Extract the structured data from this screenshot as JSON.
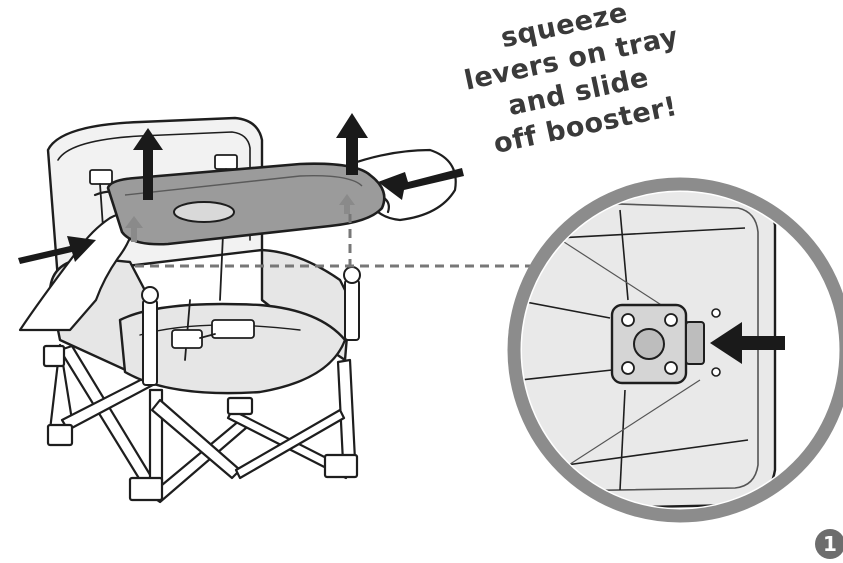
{
  "caption": {
    "lines": [
      "squeeze",
      "levers on tray",
      "and slide",
      "off booster!"
    ]
  },
  "step_number": "1",
  "colors": {
    "outline": "#1e1e1e",
    "tray_fill": "#9b9b9b",
    "seat_fill": "#e6e6e6",
    "frame_fill": "#ffffff",
    "callout_ring": "#8c8c8c",
    "detail_fill": "#e9e9e9",
    "arrow_fill": "#1a1a1a",
    "lift_arrow_fill": "#8a8a8a",
    "leader_line": "#777777",
    "badge_fill": "#6d6d6d"
  },
  "icons": {
    "squeeze_arrows": "arrow-right-icon",
    "lift_arrows": "arrow-up-icon",
    "detail_arrow": "arrow-right-icon"
  }
}
